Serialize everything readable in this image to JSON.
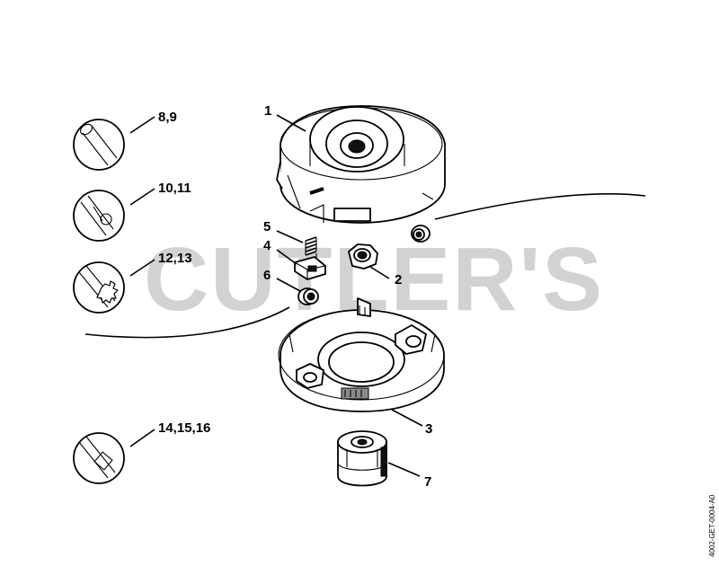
{
  "watermark": "CUTLER'S",
  "drawing_code": "4002-GET-0004-A0",
  "callouts": {
    "p1": "1",
    "p2": "2",
    "p3": "3",
    "p4": "4",
    "p5": "5",
    "p6": "6",
    "p7": "7",
    "line_8_9": "8,9",
    "line_10_11": "10,11",
    "line_12_13": "12,13",
    "line_14_16": "14,15,16"
  },
  "icons": [
    "round-line-section-icon",
    "twisted-line-section-icon",
    "star-line-section-icon",
    "square-line-section-icon"
  ]
}
